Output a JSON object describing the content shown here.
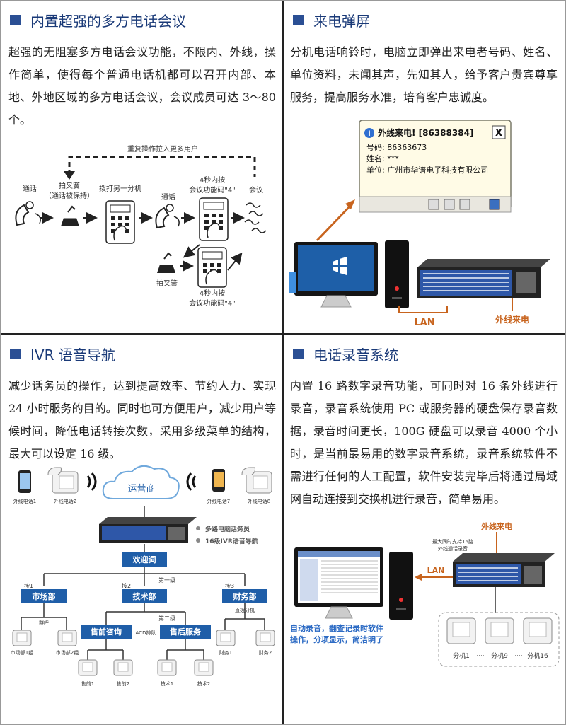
{
  "sections": {
    "conference": {
      "title": "内置超强的多方电话会议",
      "body": "超强的无阻塞多方电话会议功能，不限内、外线，操作简单，使得每个普通电话机都可以召开内部、本地、外地区域的多方电话会议，会议成员可达 3～80 个。",
      "diagram": {
        "repeat_label": "重复操作拉入更多用户",
        "call_label": "通话",
        "hook_label": "拍叉簧",
        "hook_note": "（通话被保持）",
        "dial_label": "拨打另一分机",
        "call2_label": "通话",
        "press_label": "4秒内按",
        "press_code": "会议功能码\"4\"",
        "meeting_label": "会议",
        "hook2_label": "拍叉簧",
        "press2_label": "4秒内按",
        "press2_code": "会议功能码\"4\""
      }
    },
    "popup": {
      "title": "来电弹屏",
      "body": "分机电话响铃时，电脑立即弹出来电者号码、姓名、单位资料，未闻其声，先知其人，给予客户贵宾尊享服务，提高服务水准，培育客户忠诚度。",
      "window": {
        "heading": "外线来电! [86388384]",
        "number_line": "号码: 86363673",
        "name_line": "姓名: ***",
        "unit_line": "单位: 广州市华谱电子科技有限公司",
        "close": "X"
      },
      "lan_label": "LAN",
      "trunk_label": "外线来电"
    },
    "ivr": {
      "title": "IVR 语音导航",
      "body": "减少话务员的操作，达到提高效率、节约人力、实现24 小时服务的目的。同时也可方便用户，减少用户等候时间，降低电话转接次数，采用多级菜单的结构，最大可以设定 16 级。",
      "tree": {
        "phones_left": [
          "外线电话1",
          "外线电话2"
        ],
        "phones_right": [
          "外线电话7",
          "外线电话8"
        ],
        "cloud": "运营商",
        "features": [
          "多路电脑话务员",
          "16级IVR语音导航"
        ],
        "welcome": "欢迎词",
        "level1": "第一级",
        "level2": "第二级",
        "keys": [
          "按1",
          "按2",
          "按3"
        ],
        "branches": [
          "市场部",
          "技术部",
          "财务部"
        ],
        "sub_branches": [
          "售前咨询",
          "售后服务"
        ],
        "acd": "ACD排队",
        "direct": "直拨分机",
        "group_call": "群呼",
        "leaves_market": [
          "市场部1组",
          "市场部2组"
        ],
        "leaves_presale": [
          "售前1",
          "售前2"
        ],
        "leaves_tech": [
          "技术1",
          "技术2"
        ],
        "leaves_finance": [
          "财务1",
          "财务2"
        ]
      }
    },
    "recording": {
      "title": "电话录音系统",
      "body": "内置 16 路数字录音功能，可同时对 16 条外线进行录音，录音系统使用 PC 或服务器的硬盘保存录音数据，录音时间更长，100G 硬盘可以录音 4000 个小时，是当前最易用的数字录音系统，录音系统软件不需进行任何的人工配置，软件安装完毕后将通过局域网自动连接到交换机进行录音，简单易用。",
      "trunk_label": "外线来电",
      "capacity_note_1": "最大同时支持16路",
      "capacity_note_2": "外线通话录音",
      "lan_label": "LAN",
      "caption_1": "自动录音，翻查记录时软件",
      "caption_2": "操作，分项显示，简洁明了",
      "extensions": [
        "分机1",
        "分机9",
        "分机16"
      ],
      "dots": "····"
    }
  },
  "colors": {
    "title": "#1a3a78",
    "accent_orange": "#c8641e",
    "node_blue": "#1f5ea8",
    "pbx_blue": "#2e57a8"
  }
}
